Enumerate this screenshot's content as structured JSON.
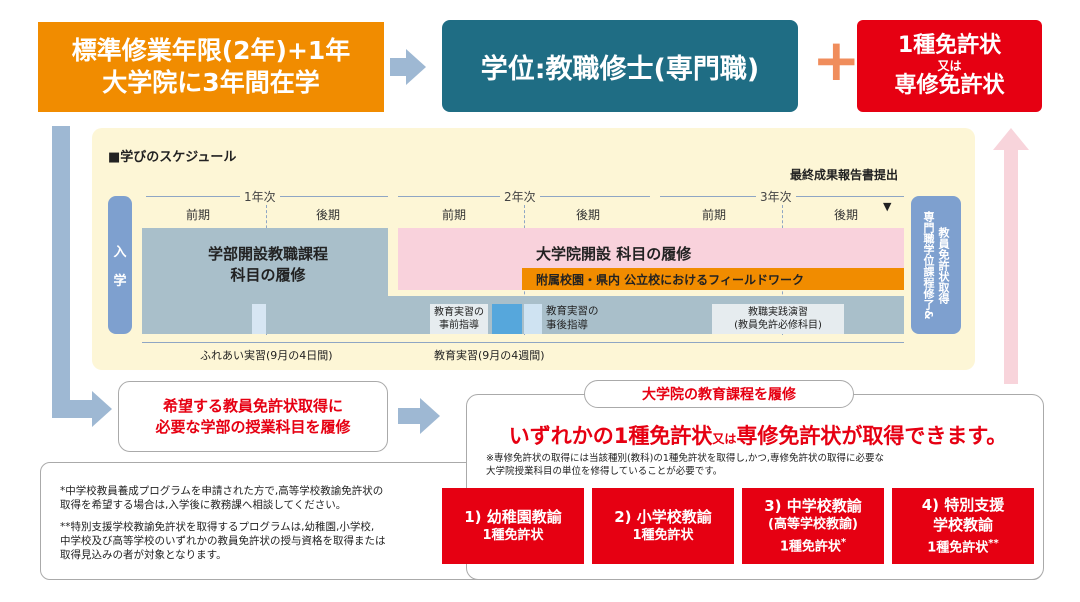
{
  "top": {
    "orange_line1": "標準修業年限(2年)+1年",
    "orange_line2": "大学院に3年間在学",
    "degree": "学位:教職修士(専門職)",
    "plus": "+",
    "license_line1": "1種免許状",
    "license_line2": "又は",
    "license_line3": "専修免許状"
  },
  "schedule": {
    "title": "■学びのスケジュール",
    "years": [
      "1年次",
      "2年次",
      "3年次"
    ],
    "terms": [
      "前期",
      "後期",
      "前期",
      "後期",
      "前期",
      "後期"
    ],
    "final_report": "最終成果報告書提出",
    "entry_chars": [
      "入",
      "学"
    ],
    "completion_cols": [
      "専門職学位課程修了&",
      "教員免許状取得"
    ],
    "undergrad_line1": "学部開設教職課程",
    "undergrad_line2": "科目の履修",
    "grad_courses": "大学院開設 科目の履修",
    "fieldwork": "附属校園・県内 公立校におけるフィールドワーク",
    "pre_guidance_l1": "教育実習の",
    "pre_guidance_l2": "事前指導",
    "post_guidance_l1": "教育実習の",
    "post_guidance_l2": "事後指導",
    "practicum_l1": "教職実践演習",
    "practicum_l2": "(教員免許必修科目)",
    "fureai": "ふれあい実習(9月の4日間)",
    "teaching_practice": "教育実習(9月の4週間)"
  },
  "bottom": {
    "request_l1": "希望する教員免許状取得に",
    "request_l2": "必要な学部の授業科目を履修",
    "grad_tag": "大学院の教育課程を履修",
    "headline_a": "いずれかの1種免許状",
    "headline_mini": "又は",
    "headline_b": "専修免許状が取得できます。",
    "note_l1": "※専修免許状の取得には当該種別(教科)の1種免許状を取得し,かつ,専修免許状の取得に必要な",
    "note_l2": "大学院授業科目の単位を修得していることが必要です。",
    "licenses": [
      {
        "title": "1) 幼稚園教諭",
        "sub": "1種免許状",
        "extra": "",
        "mark": ""
      },
      {
        "title": "2) 小学校教諭",
        "sub": "1種免許状",
        "extra": "",
        "mark": ""
      },
      {
        "title": "3) 中学校教諭",
        "sub": "1種免許状",
        "extra": "(高等学校教諭)",
        "mark": "*"
      },
      {
        "title": "4) 特別支援",
        "sub": "1種免許状",
        "extra": "学校教諭",
        "mark": "**"
      }
    ],
    "footnote1_l1": "*中学校教員養成プログラムを申請された方で,高等学校教諭免許状の",
    "footnote1_l2": "取得を希望する場合は,入学後に教務課へ相談してください。",
    "footnote2_l1": "**特別支援学校教諭免許状を取得するプログラムは,幼稚園,小学校,",
    "footnote2_l2": "中学校及び高等学校のいずれかの教員免許状の授与資格を取得または",
    "footnote2_l3": "取得見込みの者が対象となります。"
  },
  "colors": {
    "orange": "#f18c00",
    "teal": "#1f6d84",
    "red": "#e60012",
    "panel": "#fdf6d6",
    "grey_bar": "#a9bfca",
    "pink_bar": "#f9d2dc",
    "blue_tab": "#7ea0cf"
  }
}
